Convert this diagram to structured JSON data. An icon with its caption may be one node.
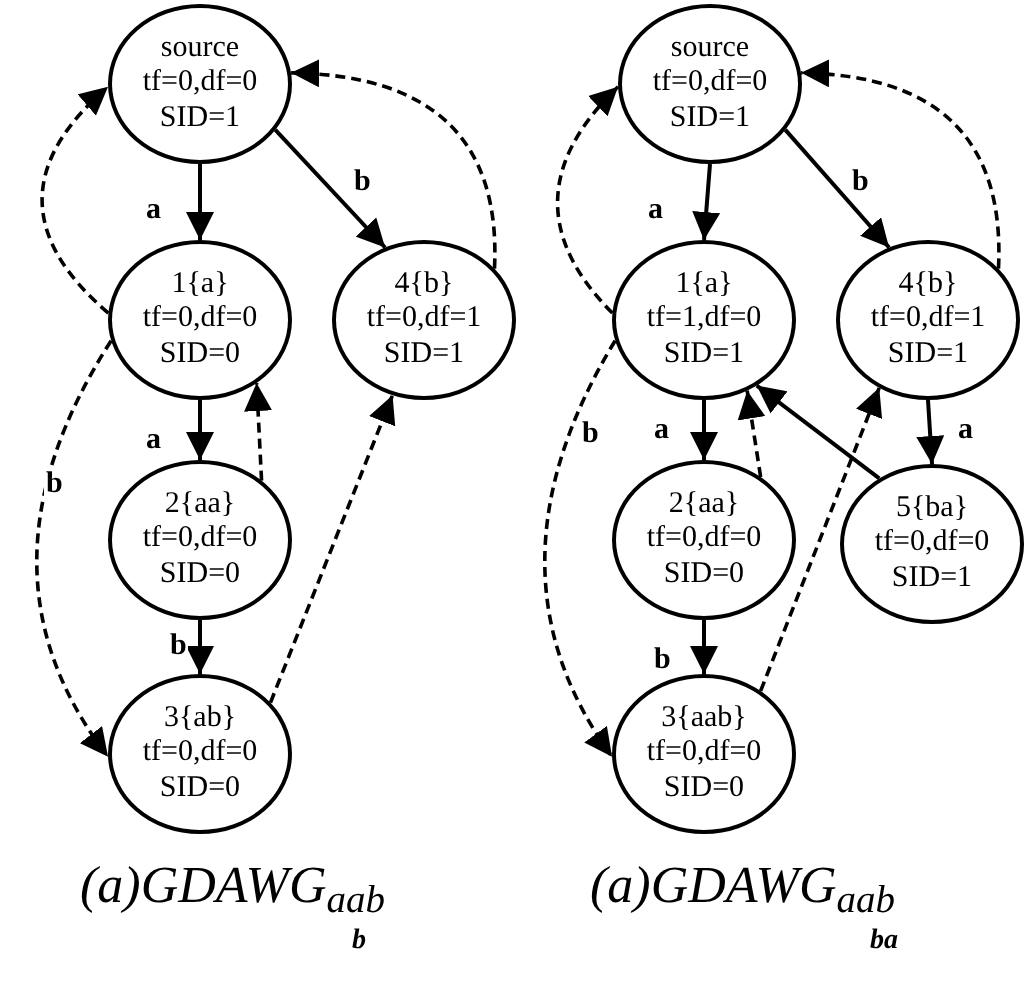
{
  "diagram": {
    "nodes": [
      {
        "text": [
          "source",
          "tf=0,df=0",
          "SID=1"
        ]
      },
      {
        "text": [
          "1{a}",
          "tf=0,df=0",
          "SID=0"
        ]
      },
      {
        "text": [
          "4{b}",
          "tf=0,df=1",
          "SID=1"
        ]
      },
      {
        "text": [
          "2{aa}",
          "tf=0,df=0",
          "SID=0"
        ]
      },
      {
        "text": [
          "3{ab}",
          "tf=0,df=0",
          "SID=0"
        ]
      },
      {
        "text": [
          "source",
          "tf=0,df=0",
          "SID=1"
        ]
      },
      {
        "text": [
          "1{a}",
          "tf=1,df=0",
          "SID=1"
        ]
      },
      {
        "text": [
          "4{b}",
          "tf=0,df=1",
          "SID=1"
        ]
      },
      {
        "text": [
          "2{aa}",
          "tf=0,df=0",
          "SID=0"
        ]
      },
      {
        "text": [
          "5{ba}",
          "tf=0,df=0",
          "SID=1"
        ]
      },
      {
        "text": [
          "3{aab}",
          "tf=0,df=0",
          "SID=0"
        ]
      }
    ],
    "edges": [
      {
        "from": 0,
        "to": 1,
        "arrow": "to",
        "label": "a"
      },
      {
        "from": 0,
        "to": 2,
        "arrow": "to",
        "label": "b"
      },
      {
        "from": 1,
        "to": 0,
        "arrow": "to",
        "style": "dashed"
      },
      {
        "from": 2,
        "to": 0,
        "arrow": "to",
        "style": "dashed"
      },
      {
        "from": 1,
        "to": 4,
        "arrow": "to",
        "style": "dashed",
        "label": "b"
      },
      {
        "from": 1,
        "to": 3,
        "arrow": "to",
        "label": "a"
      },
      {
        "from": 3,
        "to": 1,
        "arrow": "to",
        "style": "dashed"
      },
      {
        "from": 3,
        "to": 4,
        "arrow": "to",
        "label": "b"
      },
      {
        "from": 4,
        "to": 2,
        "arrow": "to",
        "style": "dashed"
      },
      {
        "from": 5,
        "to": 6,
        "arrow": "to",
        "label": "a"
      },
      {
        "from": 5,
        "to": 7,
        "arrow": "to",
        "label": "b"
      },
      {
        "from": 6,
        "to": 5,
        "arrow": "to",
        "style": "dashed"
      },
      {
        "from": 7,
        "to": 5,
        "arrow": "to",
        "style": "dashed"
      },
      {
        "from": 6,
        "to": 10,
        "arrow": "to",
        "style": "dashed",
        "label": "b"
      },
      {
        "from": 6,
        "to": 8,
        "arrow": "to",
        "label": "a"
      },
      {
        "from": 8,
        "to": 6,
        "arrow": "to",
        "style": "dashed"
      },
      {
        "from": 9,
        "to": 6,
        "arrow": "to"
      },
      {
        "from": 10,
        "to": 7,
        "arrow": "to",
        "style": "dashed"
      },
      {
        "from": 7,
        "to": 9,
        "arrow": "to",
        "label": "a"
      },
      {
        "from": 8,
        "to": 10,
        "arrow": "to",
        "label": "b"
      }
    ],
    "labels": [
      "(a)GDAWG$_{aab}$",
      "b",
      "(a)GDAWG$_{aab}$",
      "ba"
    ]
  }
}
